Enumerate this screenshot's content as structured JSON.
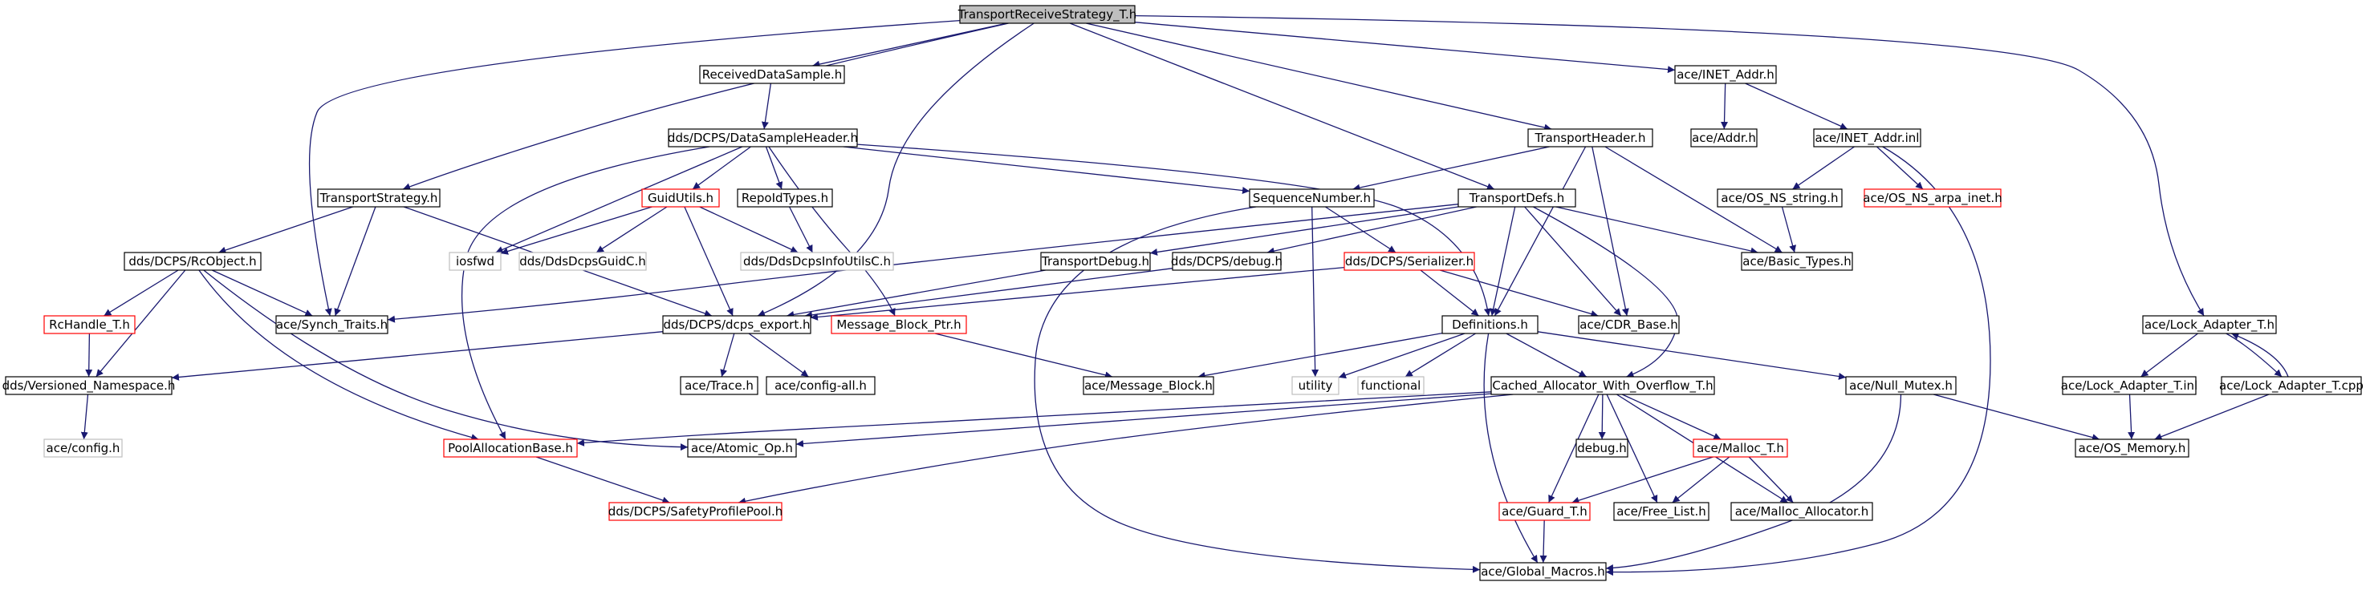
{
  "colors": {
    "edge": "#191970",
    "box_default": "#000000",
    "box_missing": "#ff0000",
    "box_external": "#bfbfbf",
    "box_root_fill": "#bfbfbf",
    "box_fill": "#ffffff",
    "text": "#000000"
  },
  "graph": {
    "nodes": [
      {
        "id": "root",
        "label": "TransportReceiveStrategy_T.h",
        "style": "root"
      },
      {
        "id": "rds",
        "label": "ReceivedDataSample.h",
        "style": "normal"
      },
      {
        "id": "dsh",
        "label": "dds/DCPS/DataSampleHeader.h",
        "style": "normal"
      },
      {
        "id": "inetaddr",
        "label": "ace/INET_Addr.h",
        "style": "normal"
      },
      {
        "id": "addr",
        "label": "ace/Addr.h",
        "style": "normal"
      },
      {
        "id": "inetinl",
        "label": "ace/INET_Addr.inl",
        "style": "normal"
      },
      {
        "id": "thdr",
        "label": "TransportHeader.h",
        "style": "normal"
      },
      {
        "id": "tstrat",
        "label": "TransportStrategy.h",
        "style": "normal"
      },
      {
        "id": "guid",
        "label": "GuidUtils.h",
        "style": "missing"
      },
      {
        "id": "repoid",
        "label": "RepoIdTypes.h",
        "style": "normal"
      },
      {
        "id": "seqnum",
        "label": "SequenceNumber.h",
        "style": "normal"
      },
      {
        "id": "tdefs",
        "label": "TransportDefs.h",
        "style": "normal"
      },
      {
        "id": "nsstr",
        "label": "ace/OS_NS_string.h",
        "style": "normal"
      },
      {
        "id": "nsarpa",
        "label": "ace/OS_NS_arpa_inet.h",
        "style": "missing"
      },
      {
        "id": "rcobj",
        "label": "dds/DCPS/RcObject.h",
        "style": "normal"
      },
      {
        "id": "iosfwd",
        "label": "iosfwd",
        "style": "external"
      },
      {
        "id": "guidc",
        "label": "dds/DdsDcpsGuidC.h",
        "style": "external"
      },
      {
        "id": "infoutils",
        "label": "dds/DdsDcpsInfoUtilsC.h",
        "style": "external"
      },
      {
        "id": "tdebug",
        "label": "TransportDebug.h",
        "style": "normal"
      },
      {
        "id": "debugh",
        "label": "dds/DCPS/debug.h",
        "style": "normal"
      },
      {
        "id": "serializer",
        "label": "dds/DCPS/Serializer.h",
        "style": "missing"
      },
      {
        "id": "basic",
        "label": "ace/Basic_Types.h",
        "style": "normal"
      },
      {
        "id": "rchandle",
        "label": "RcHandle_T.h",
        "style": "missing"
      },
      {
        "id": "synch",
        "label": "ace/Synch_Traits.h",
        "style": "normal"
      },
      {
        "id": "dcpsexp",
        "label": "dds/DCPS/dcps_export.h",
        "style": "normal"
      },
      {
        "id": "mbptr",
        "label": "Message_Block_Ptr.h",
        "style": "missing"
      },
      {
        "id": "defs",
        "label": "Definitions.h",
        "style": "normal"
      },
      {
        "id": "cdr",
        "label": "ace/CDR_Base.h",
        "style": "normal"
      },
      {
        "id": "lockadapter",
        "label": "ace/Lock_Adapter_T.h",
        "style": "normal"
      },
      {
        "id": "vns",
        "label": "dds/Versioned_Namespace.h",
        "style": "normal"
      },
      {
        "id": "trace",
        "label": "ace/Trace.h",
        "style": "normal"
      },
      {
        "id": "configall",
        "label": "ace/config-all.h",
        "style": "normal"
      },
      {
        "id": "msgblock",
        "label": "ace/Message_Block.h",
        "style": "normal"
      },
      {
        "id": "utility",
        "label": "utility",
        "style": "external"
      },
      {
        "id": "functional",
        "label": "functional",
        "style": "external"
      },
      {
        "id": "cached",
        "label": "Cached_Allocator_With_Overflow_T.h",
        "style": "normal"
      },
      {
        "id": "nullmutex",
        "label": "ace/Null_Mutex.h",
        "style": "normal"
      },
      {
        "id": "lockinl",
        "label": "ace/Lock_Adapter_T.inl",
        "style": "normal"
      },
      {
        "id": "lockcpp",
        "label": "ace/Lock_Adapter_T.cpp",
        "style": "normal"
      },
      {
        "id": "config",
        "label": "ace/config.h",
        "style": "external"
      },
      {
        "id": "pool",
        "label": "PoolAllocationBase.h",
        "style": "missing"
      },
      {
        "id": "atomic",
        "label": "ace/Atomic_Op.h",
        "style": "normal"
      },
      {
        "id": "debugplain",
        "label": "debug.h",
        "style": "normal"
      },
      {
        "id": "malloct",
        "label": "ace/Malloc_T.h",
        "style": "missing"
      },
      {
        "id": "osmem",
        "label": "ace/OS_Memory.h",
        "style": "normal"
      },
      {
        "id": "safety",
        "label": "dds/DCPS/SafetyProfilePool.h",
        "style": "missing"
      },
      {
        "id": "guard",
        "label": "ace/Guard_T.h",
        "style": "missing"
      },
      {
        "id": "freelist",
        "label": "ace/Free_List.h",
        "style": "normal"
      },
      {
        "id": "mallocalloc",
        "label": "ace/Malloc_Allocator.h",
        "style": "normal"
      },
      {
        "id": "globalmacros",
        "label": "ace/Global_Macros.h",
        "style": "normal"
      }
    ],
    "edges": [
      [
        "root",
        "rds"
      ],
      [
        "root",
        "inetaddr"
      ],
      [
        "root",
        "thdr"
      ],
      [
        "root",
        "tstrat"
      ],
      [
        "root",
        "tdefs"
      ],
      [
        "root",
        "synch"
      ],
      [
        "root",
        "dcpsexp"
      ],
      [
        "root",
        "lockadapter"
      ],
      [
        "rds",
        "dsh"
      ],
      [
        "dsh",
        "guid"
      ],
      [
        "dsh",
        "repoid"
      ],
      [
        "dsh",
        "seqnum"
      ],
      [
        "dsh",
        "iosfwd"
      ],
      [
        "dsh",
        "mbptr"
      ],
      [
        "dsh",
        "defs"
      ],
      [
        "dsh",
        "pool"
      ],
      [
        "inetaddr",
        "addr"
      ],
      [
        "inetaddr",
        "inetinl"
      ],
      [
        "inetinl",
        "nsstr"
      ],
      [
        "inetinl",
        "nsarpa"
      ],
      [
        "inetinl",
        "globalmacros"
      ],
      [
        "thdr",
        "seqnum"
      ],
      [
        "thdr",
        "basic"
      ],
      [
        "thdr",
        "cdr"
      ],
      [
        "thdr",
        "defs"
      ],
      [
        "tstrat",
        "rcobj"
      ],
      [
        "tstrat",
        "synch"
      ],
      [
        "tstrat",
        "dcpsexp"
      ],
      [
        "guid",
        "iosfwd"
      ],
      [
        "guid",
        "guidc"
      ],
      [
        "guid",
        "infoutils"
      ],
      [
        "guid",
        "dcpsexp"
      ],
      [
        "repoid",
        "infoutils"
      ],
      [
        "seqnum",
        "serializer"
      ],
      [
        "seqnum",
        "utility"
      ],
      [
        "seqnum",
        "globalmacros"
      ],
      [
        "tdefs",
        "tdebug"
      ],
      [
        "tdefs",
        "debugh"
      ],
      [
        "tdefs",
        "basic"
      ],
      [
        "tdefs",
        "cdr"
      ],
      [
        "tdefs",
        "defs"
      ],
      [
        "tdefs",
        "cached"
      ],
      [
        "tdefs",
        "synch"
      ],
      [
        "nsstr",
        "basic"
      ],
      [
        "rcobj",
        "rchandle"
      ],
      [
        "rcobj",
        "synch"
      ],
      [
        "rcobj",
        "vns"
      ],
      [
        "rcobj",
        "atomic"
      ],
      [
        "rcobj",
        "pool"
      ],
      [
        "tdebug",
        "dcpsexp"
      ],
      [
        "debugh",
        "dcpsexp"
      ],
      [
        "serializer",
        "dcpsexp"
      ],
      [
        "serializer",
        "cdr"
      ],
      [
        "serializer",
        "defs"
      ],
      [
        "rchandle",
        "vns"
      ],
      [
        "dcpsexp",
        "vns"
      ],
      [
        "dcpsexp",
        "trace"
      ],
      [
        "dcpsexp",
        "configall"
      ],
      [
        "mbptr",
        "msgblock"
      ],
      [
        "defs",
        "msgblock"
      ],
      [
        "defs",
        "utility"
      ],
      [
        "defs",
        "functional"
      ],
      [
        "defs",
        "cached"
      ],
      [
        "defs",
        "nullmutex"
      ],
      [
        "defs",
        "globalmacros"
      ],
      [
        "lockadapter",
        "lockinl"
      ],
      [
        "lockadapter",
        "lockcpp"
      ],
      [
        "lockcpp",
        "lockadapter"
      ],
      [
        "vns",
        "config"
      ],
      [
        "cached",
        "pool"
      ],
      [
        "cached",
        "atomic"
      ],
      [
        "cached",
        "debugplain"
      ],
      [
        "cached",
        "malloct"
      ],
      [
        "cached",
        "safety"
      ],
      [
        "cached",
        "guard"
      ],
      [
        "cached",
        "freelist"
      ],
      [
        "cached",
        "mallocalloc"
      ],
      [
        "nullmutex",
        "osmem"
      ],
      [
        "nullmutex",
        "globalmacros"
      ],
      [
        "lockinl",
        "osmem"
      ],
      [
        "lockcpp",
        "osmem"
      ],
      [
        "pool",
        "safety"
      ],
      [
        "malloct",
        "guard"
      ],
      [
        "malloct",
        "freelist"
      ],
      [
        "malloct",
        "mallocalloc"
      ],
      [
        "guard",
        "globalmacros"
      ]
    ]
  }
}
